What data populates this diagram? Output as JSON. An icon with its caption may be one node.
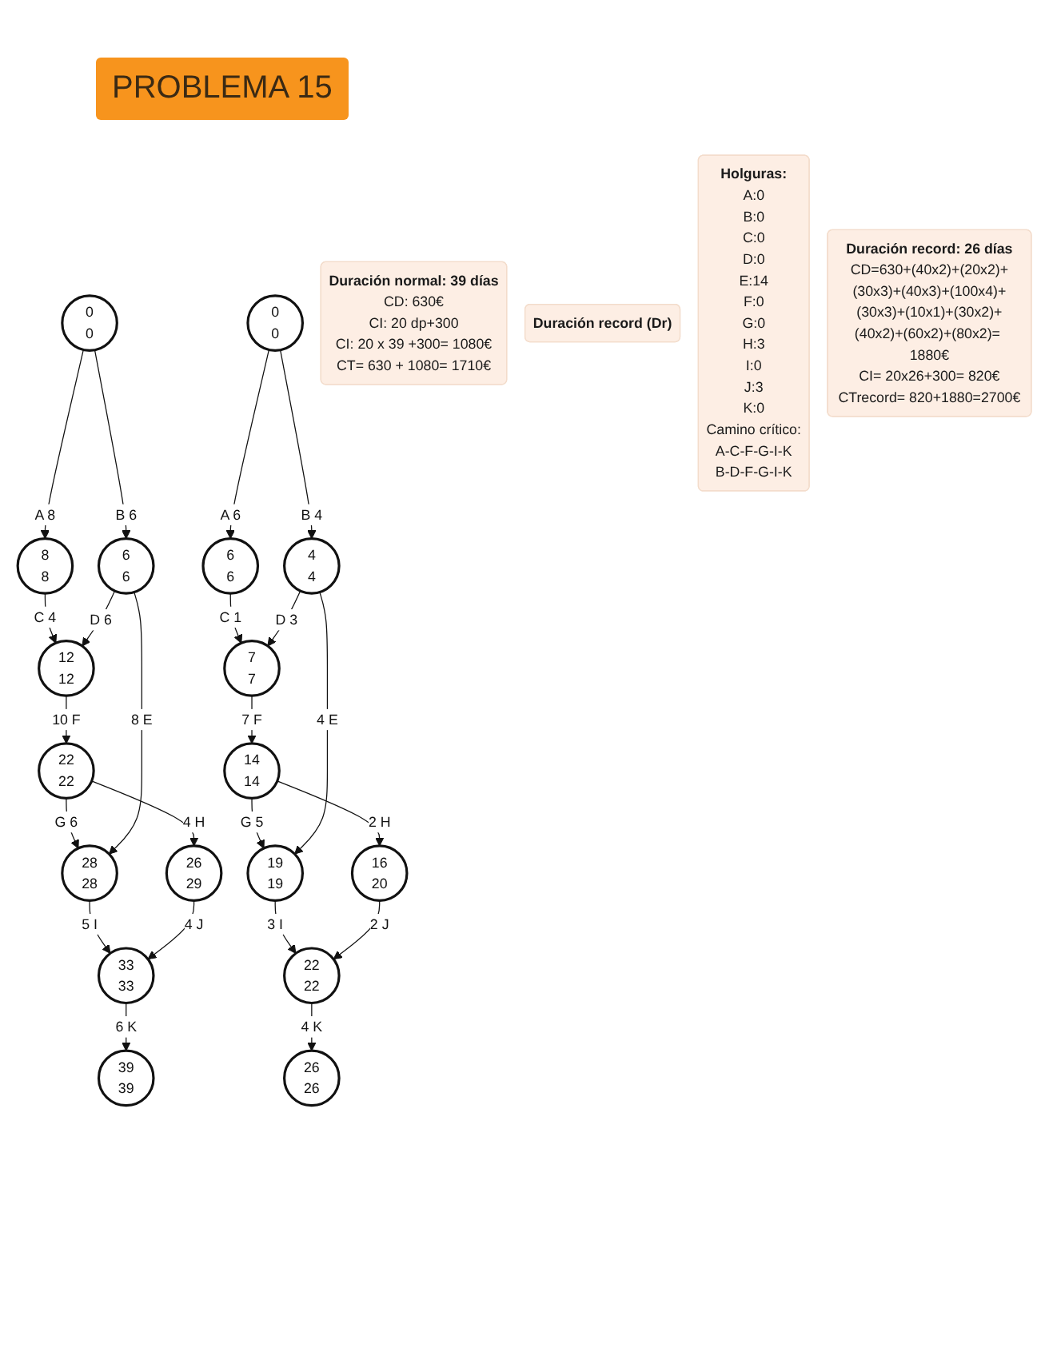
{
  "diagram": {
    "title": "PROBLEMA 15",
    "nodes": [
      {
        "text": [
          "0",
          "0"
        ]
      },
      {
        "text": [
          "8",
          "8"
        ]
      },
      {
        "text": [
          "12",
          "12"
        ]
      },
      {
        "text": [
          "6",
          "6"
        ]
      },
      {
        "text": [
          "22",
          "22"
        ]
      },
      {
        "text": [
          "28",
          "28"
        ]
      },
      {
        "text": [
          "26",
          "29"
        ]
      },
      {
        "text": [
          "33",
          "33"
        ]
      },
      {
        "text": [
          "39",
          "39"
        ]
      },
      {
        "text": [
          "Duración normal: 39 días",
          "CD: 630€",
          "CI: 20 dp+300",
          "CI: 20 x 39 +300= 1080€",
          "CT= 630 + 1080= 1710€"
        ]
      },
      {
        "text": [
          "Duración record (Dr)"
        ]
      },
      {
        "text": [
          "0",
          "0"
        ]
      },
      {
        "text": [
          "6",
          "6"
        ]
      },
      {
        "text": [
          "7",
          "7"
        ]
      },
      {
        "text": [
          "4",
          "4"
        ]
      },
      {
        "text": [
          "14",
          "14"
        ]
      },
      {
        "text": [
          "19",
          "19"
        ]
      },
      {
        "text": [
          "16",
          "20"
        ]
      },
      {
        "text": [
          "22",
          "22"
        ]
      },
      {
        "text": [
          "26",
          "26"
        ]
      },
      {
        "text": [
          "Holguras:",
          "A:0",
          "B:0",
          "C:0",
          "D:0",
          "E:14",
          "F:0",
          "G:0",
          "H:3",
          "I:0",
          "J:3",
          "K:0",
          "Camino crítico:",
          "A-C-F-G-I-K",
          "B-D-F-G-I-K"
        ]
      },
      {
        "text": [
          "Duración record: 26 días",
          "CD=630+(40x2)+(20x2)+(30x3)+(40x3)+(100x4)+(30x3)+(10x1)+(30x2)+(40x2)+(60x2)+(80x2)= 1880€",
          "CI= 20x26+300= 820€",
          "CTrecord= 820+1880=2700€"
        ]
      }
    ],
    "edges": [
      {
        "from": 0,
        "to": 1,
        "arrow": "to",
        "label": "A 8"
      },
      {
        "from": 1,
        "to": 2,
        "arrow": "to",
        "label": "C 4"
      },
      {
        "from": 0,
        "to": 3,
        "arrow": "to",
        "label": "B 6"
      },
      {
        "from": 3,
        "to": 2,
        "arrow": "to",
        "label": "D 6"
      },
      {
        "from": 2,
        "to": 4,
        "arrow": "to",
        "label": "10 F"
      },
      {
        "from": 4,
        "to": 5,
        "arrow": "to",
        "label": "G 6"
      },
      {
        "from": 4,
        "to": 6,
        "arrow": "to",
        "label": "4 H"
      },
      {
        "from": 3,
        "to": 5,
        "arrow": "to",
        "label": "8 E"
      },
      {
        "from": 5,
        "to": 7,
        "arrow": "to",
        "label": "5 I"
      },
      {
        "from": 6,
        "to": 7,
        "arrow": "to",
        "label": "4 J"
      },
      {
        "from": 7,
        "to": 8,
        "arrow": "to",
        "label": "6 K"
      },
      {
        "from": 11,
        "to": 12,
        "arrow": "to",
        "label": "A 6"
      },
      {
        "from": 12,
        "to": 13,
        "arrow": "to",
        "label": "C 1"
      },
      {
        "from": 11,
        "to": 14,
        "arrow": "to",
        "label": "B 4"
      },
      {
        "from": 14,
        "to": 13,
        "arrow": "to",
        "label": "D 3"
      },
      {
        "from": 13,
        "to": 15,
        "arrow": "to",
        "label": "7 F"
      },
      {
        "from": 15,
        "to": 16,
        "arrow": "to",
        "label": "G 5"
      },
      {
        "from": 15,
        "to": 17,
        "arrow": "to",
        "label": "2 H"
      },
      {
        "from": 14,
        "to": 16,
        "arrow": "to",
        "label": "4 E"
      },
      {
        "from": 16,
        "to": 18,
        "arrow": "to",
        "label": "3 I"
      },
      {
        "from": 17,
        "to": 18,
        "arrow": "to",
        "label": "2 J"
      },
      {
        "from": 18,
        "to": 19,
        "arrow": "to",
        "label": "4 K"
      }
    ]
  }
}
